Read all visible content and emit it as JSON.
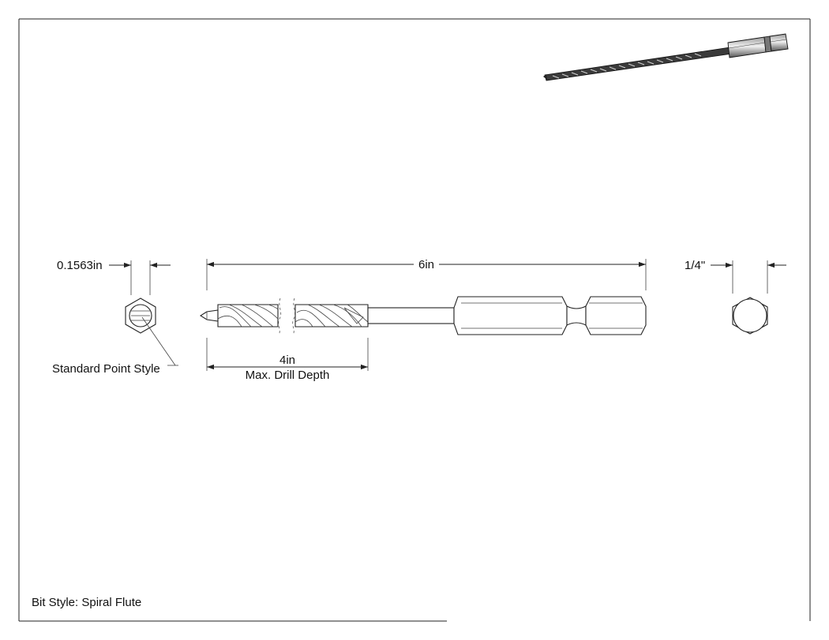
{
  "dimensions": {
    "diameter": "0.1563in",
    "overall_length": "6in",
    "hex_size": "1/4\"",
    "drill_depth_value": "4in",
    "drill_depth_caption": "Max. Drill Depth"
  },
  "callouts": {
    "point_style": "Standard Point Style"
  },
  "title_block": {
    "bit_style": "Bit Style: Spiral Flute"
  },
  "colors": {
    "line": "#222222",
    "background": "#ffffff"
  }
}
